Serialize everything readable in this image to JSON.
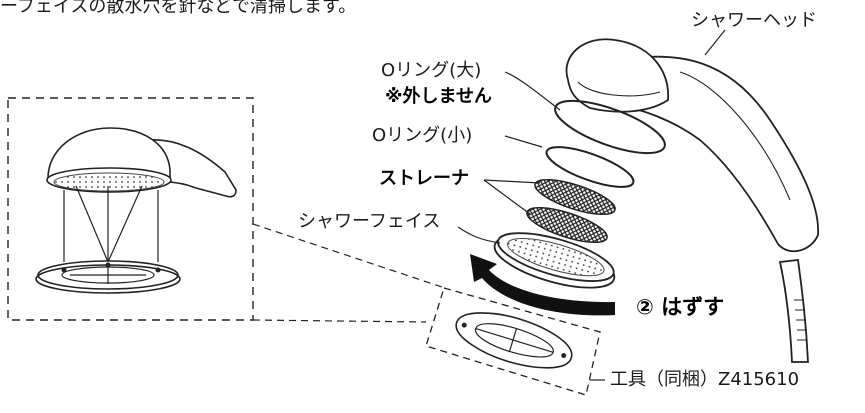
{
  "instruction_fragment": "ーフェイスの散水穴を針などで清掃します。",
  "labels": {
    "shower_head": "シャワーヘッド",
    "oring_large": "Oリング(大)",
    "oring_large_note": "※外しません",
    "oring_small": "Oリング(小)",
    "strainer": "ストレーナ",
    "shower_face": "シャワーフェイス",
    "remove_step": "② はずす",
    "tool": "工具（同梱）Z415610"
  },
  "colors": {
    "ink": "#1a1a1a",
    "arrow": "#111111",
    "mesh": "#222222"
  }
}
